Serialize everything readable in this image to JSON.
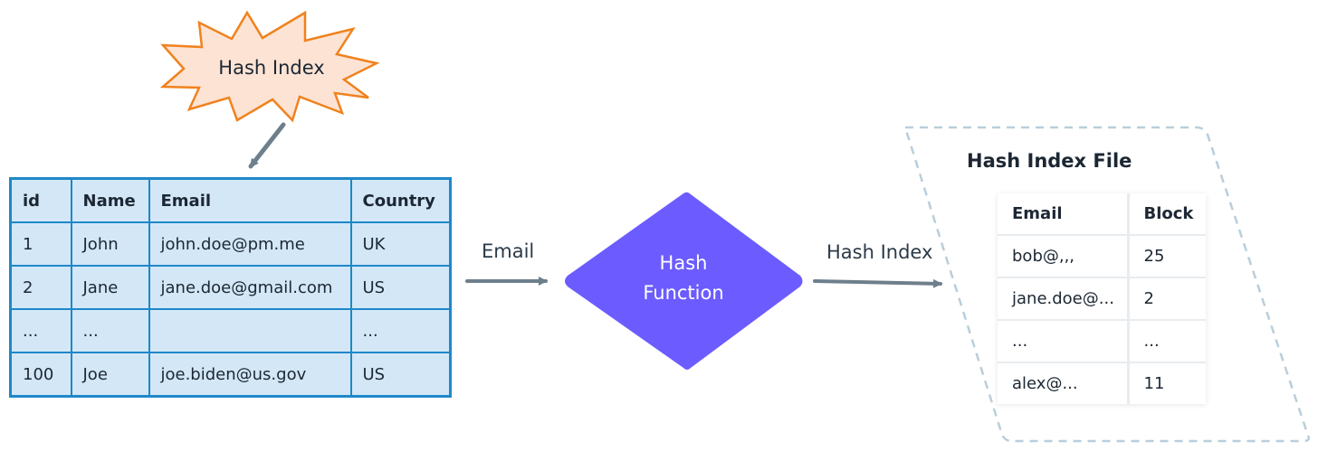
{
  "burst": {
    "label": "Hash Index"
  },
  "source_table": {
    "headers": [
      "id",
      "Name",
      "Email",
      "Country"
    ],
    "rows": [
      [
        "1",
        "John",
        "john.doe@pm.me",
        "UK"
      ],
      [
        "2",
        "Jane",
        "jane.doe@gmail.com",
        "US"
      ],
      [
        "...",
        "...",
        "",
        "..."
      ],
      [
        "100",
        "Joe",
        "joe.biden@us.gov",
        "US"
      ]
    ]
  },
  "edges": {
    "input_label": "Email",
    "output_label": "Hash Index"
  },
  "hash_function": {
    "line1": "Hash",
    "line2": "Function",
    "color": "#6c5cff"
  },
  "index_file": {
    "title": "Hash Index File",
    "headers": [
      "Email",
      "Block"
    ],
    "rows": [
      [
        "bob@,,,",
        "25"
      ],
      [
        "jane.doe@...",
        "2"
      ],
      [
        "...",
        "..."
      ],
      [
        "alex@...",
        "11"
      ]
    ]
  },
  "colors": {
    "table_fill": "#d3e7f6",
    "table_border": "#1e88c9",
    "burst_fill": "#fde3d4",
    "burst_stroke": "#f0821e",
    "arrow": "#6e7f8c",
    "file_border": "#b9cedb"
  }
}
